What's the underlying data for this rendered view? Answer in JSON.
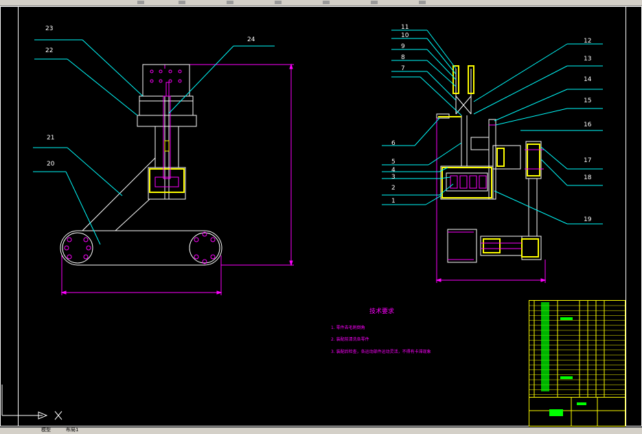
{
  "drawing": {
    "tabs": [
      "模型",
      "布局1"
    ],
    "left_view": {
      "callouts": [
        {
          "label": "23"
        },
        {
          "label": "22"
        },
        {
          "label": "24"
        },
        {
          "label": "21"
        },
        {
          "label": "20"
        }
      ]
    },
    "right_view": {
      "left_callouts": [
        {
          "label": "11"
        },
        {
          "label": "10"
        },
        {
          "label": "9"
        },
        {
          "label": "8"
        },
        {
          "label": "7"
        },
        {
          "label": "6"
        },
        {
          "label": "5"
        },
        {
          "label": "4"
        },
        {
          "label": "3"
        },
        {
          "label": "2"
        },
        {
          "label": "1"
        }
      ],
      "right_callouts": [
        {
          "label": "12"
        },
        {
          "label": "13"
        },
        {
          "label": "14"
        },
        {
          "label": "15"
        },
        {
          "label": "16"
        },
        {
          "label": "17"
        },
        {
          "label": "18"
        },
        {
          "label": "19"
        }
      ]
    },
    "notes": {
      "title": "技术要求",
      "items": [
        "1. 零件去毛刺倒角",
        "2. 装配前清洗各零件",
        "3. 装配后检查，各运动部件运动灵活，不得有卡滞现象"
      ]
    },
    "colors": {
      "outline": "#ffffff",
      "leader": "#00ffff",
      "dimension": "#ff00ff",
      "hatch": "#ffff00",
      "titleblock": "#ffff00",
      "titleblock_text": "#00ff00",
      "frame": "#ffffff"
    }
  }
}
